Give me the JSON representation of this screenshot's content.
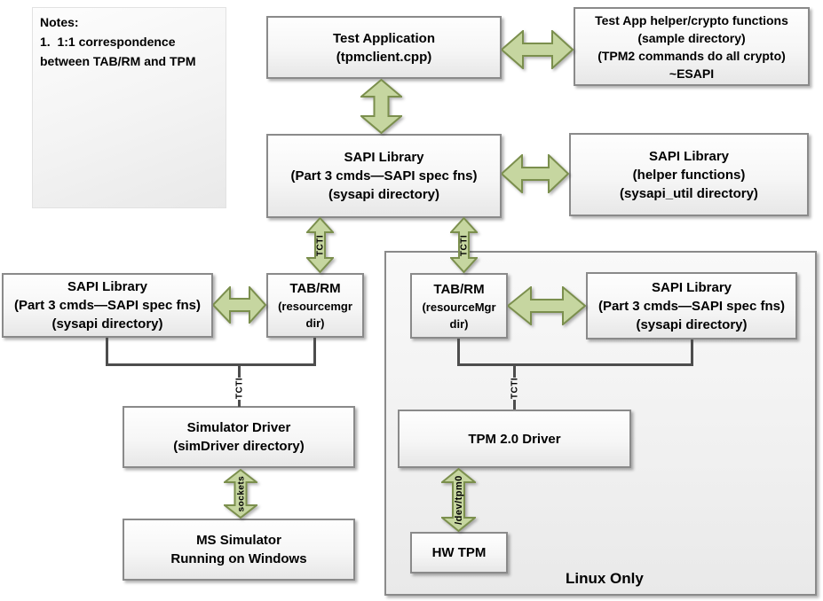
{
  "colors": {
    "arrow_fill": "#c6d6a0",
    "arrow_border": "#7b8f4d",
    "box_border": "#8a8a8a",
    "connector_line": "#4d4d4d",
    "text": "#000000"
  },
  "notes": {
    "lines": [
      "Notes:",
      "1.  1:1 correspondence",
      "between TAB/RM and TPM"
    ]
  },
  "boxes": {
    "test_app": {
      "lines": [
        "Test Application",
        "(tpmclient.cpp)"
      ]
    },
    "helper_crypto": {
      "lines": [
        "Test App helper/crypto functions",
        "(sample directory)",
        "(TPM2 commands do all crypto)",
        "~ESAPI"
      ]
    },
    "sapi_main": {
      "lines": [
        "SAPI Library",
        "(Part 3 cmds—SAPI spec fns)",
        "(sysapi directory)"
      ]
    },
    "sapi_helper": {
      "lines": [
        "SAPI Library",
        "(helper functions)",
        "(sysapi_util directory)"
      ]
    },
    "sapi_left": {
      "lines": [
        "SAPI Library",
        "(Part 3 cmds—SAPI spec fns)",
        "(sysapi directory)"
      ]
    },
    "tabrm_left": {
      "lines": [
        "TAB/RM",
        "(resourcemgr",
        "dir)"
      ]
    },
    "tabrm_right": {
      "lines": [
        "TAB/RM",
        "(resourceMgr",
        "dir)"
      ]
    },
    "sapi_right": {
      "lines": [
        "SAPI Library",
        "(Part 3 cmds—SAPI spec fns)",
        "(sysapi directory)"
      ]
    },
    "sim_driver": {
      "lines": [
        "Simulator Driver",
        "(simDriver directory)"
      ]
    },
    "ms_simulator": {
      "lines": [
        "MS Simulator",
        "Running on Windows"
      ]
    },
    "tpm_driver": {
      "lines": [
        "TPM 2.0 Driver"
      ]
    },
    "hw_tpm": {
      "lines": [
        "HW TPM"
      ]
    }
  },
  "labels": {
    "tcti_arrow_left": "TCTI",
    "tcti_arrow_right": "TCTI",
    "tcti_bracket_left": "TCTI",
    "tcti_bracket_right": "TCTI",
    "sockets": "sockets",
    "dev_tpm0": "/dev/tpm0",
    "linux_only": "Linux Only"
  }
}
